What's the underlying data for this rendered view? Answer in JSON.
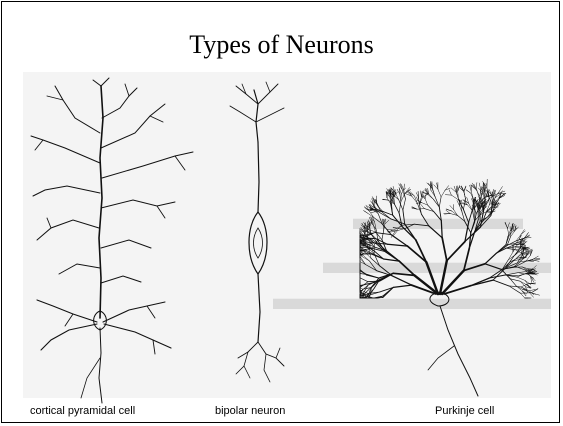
{
  "slide": {
    "title": "Types of Neurons"
  },
  "figure": {
    "neurons": [
      {
        "id": "pyramidal",
        "caption": "cortical pyramidal cell"
      },
      {
        "id": "bipolar",
        "caption": "bipolar neuron"
      },
      {
        "id": "purkinje",
        "caption": "Purkinje cell"
      }
    ]
  },
  "colors": {
    "ink": "#111111",
    "background": "#ffffff",
    "figure_background": "#f4f4f4"
  }
}
